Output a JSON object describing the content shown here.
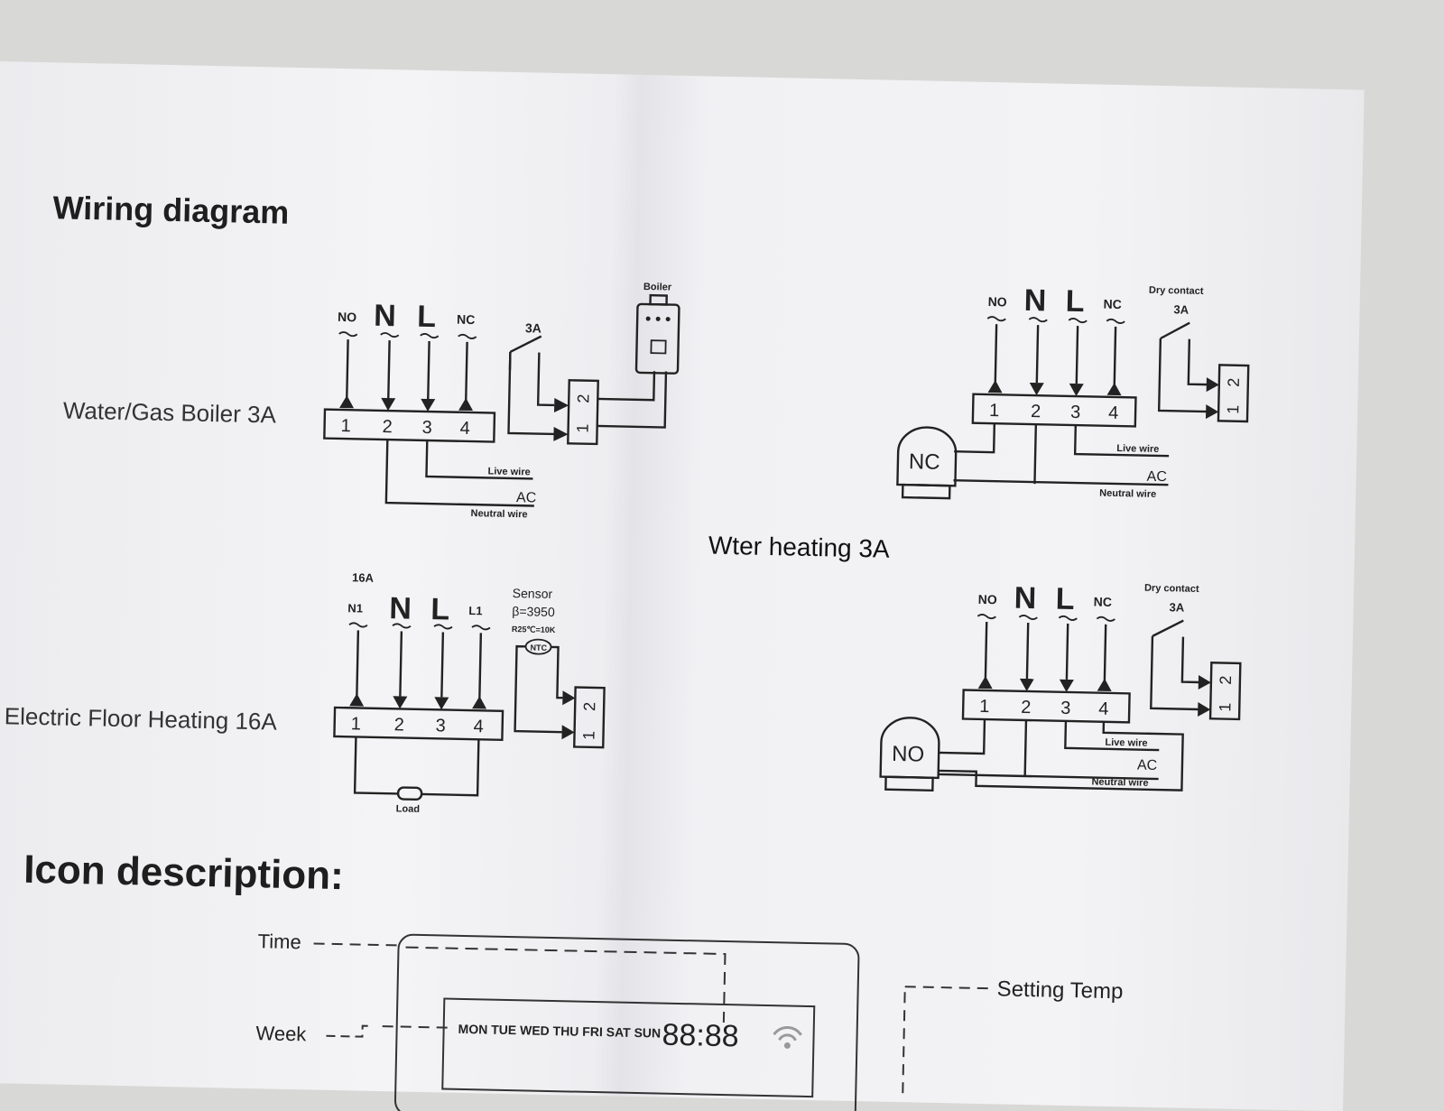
{
  "headings": {
    "wiring": "Wiring diagram",
    "icon": "Icon description:"
  },
  "diagrams": {
    "water_gas": {
      "title": "Water/Gas Boiler 3A",
      "terminals": [
        "NO",
        "N",
        "L",
        "NC"
      ],
      "numbers": [
        "1",
        "2",
        "3",
        "4"
      ],
      "relay_rating": "3A",
      "relay_numbers": [
        "1",
        "2"
      ],
      "device": "Boiler",
      "live": "Live wire",
      "ac": "AC",
      "neutral": "Neutral wire"
    },
    "water_heating": {
      "title": "Wter heating 3A",
      "terminals": [
        "NO",
        "N",
        "L",
        "NC"
      ],
      "numbers": [
        "1",
        "2",
        "3",
        "4"
      ],
      "dry_contact": "Dry contact",
      "relay_rating": "3A",
      "relay_numbers": [
        "1",
        "2"
      ],
      "valve_nc": "NC",
      "valve_no": "NO",
      "live": "Live wire",
      "ac": "AC",
      "neutral": "Neutral wire"
    },
    "floor": {
      "title": "Electric Floor Heating 16A",
      "rating": "16A",
      "terminals": [
        "N1",
        "N",
        "L",
        "L1"
      ],
      "numbers": [
        "1",
        "2",
        "3",
        "4"
      ],
      "sensor": "Sensor",
      "beta": "β=3950",
      "r25": "R25℃=10K",
      "ntc": "NTC",
      "relay_numbers": [
        "1",
        "2"
      ],
      "load": "Load"
    }
  },
  "icons": {
    "time": "Time",
    "week": "Week",
    "setting_temp": "Setting Temp",
    "days": "MON TUE WED THU FRI SAT SUN",
    "digits": "88:88"
  }
}
